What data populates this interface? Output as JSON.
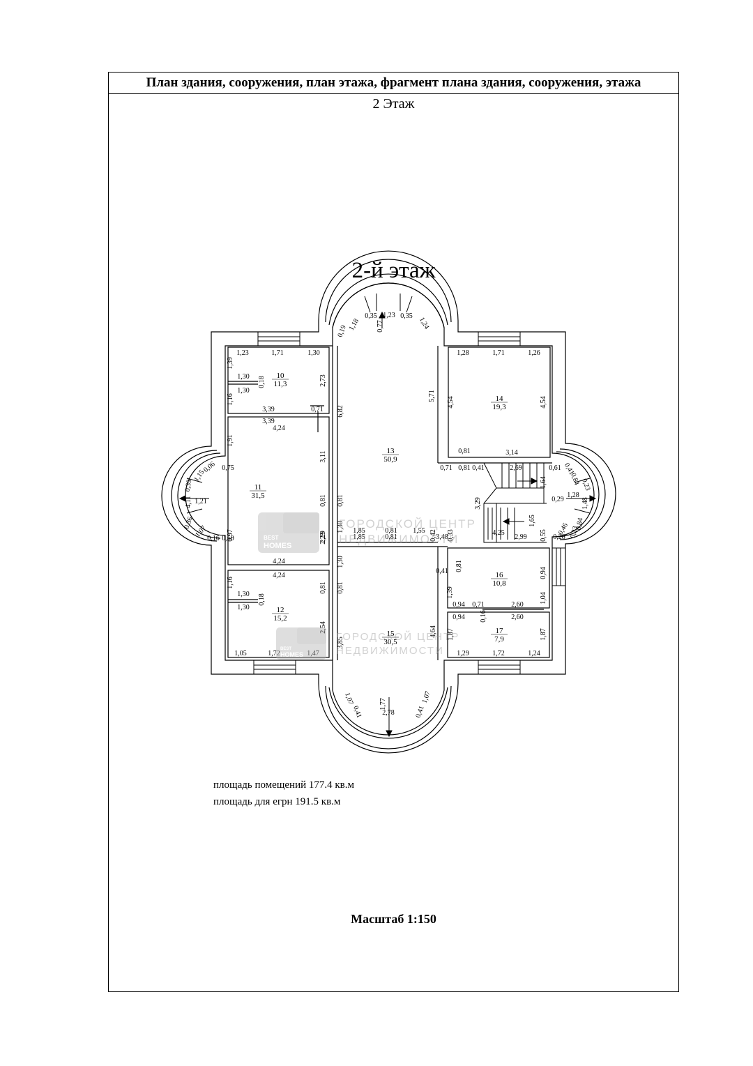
{
  "header": {
    "title": "План здания, сооружения, план этажа, фрагмент плана здания, сооружения, этажа",
    "floor": "2 Этаж"
  },
  "plan": {
    "title": "2-й этаж",
    "rooms": [
      {
        "id": "10",
        "area": "11,3"
      },
      {
        "id": "11",
        "area": "31,5"
      },
      {
        "id": "12",
        "area": "15,2"
      },
      {
        "id": "13",
        "area": "50,9"
      },
      {
        "id": "14",
        "area": "19,3"
      },
      {
        "id": "15",
        "area": "30,5"
      },
      {
        "id": "16",
        "area": "10,8"
      },
      {
        "id": "17",
        "area": "7,9"
      }
    ],
    "dimensions": [
      "1,23",
      "1,71",
      "1,30",
      "1,39",
      "1,30",
      "0,18",
      "1,30",
      "1,16",
      "3,39",
      "0,71",
      "2,73",
      "3,39",
      "4,24",
      "1,91",
      "3,11",
      "0,81",
      "0,81",
      "1,30",
      "2,29",
      "4,24",
      "0,97",
      "0,60",
      "0,75",
      "1,15",
      "0,06",
      "0,39",
      "4,11",
      "1,21",
      "0,36",
      "1,07",
      "0,16",
      "4,24",
      "1,16",
      "1,30",
      "0,18",
      "1,30",
      "0,81",
      "0,81",
      "1,30",
      "2,29",
      "2,54",
      "1,05",
      "1,72",
      "1,47",
      "3,85",
      "0,19",
      "1,18",
      "0,35",
      "1,23",
      "0,35",
      "1,24",
      "0,77",
      "6,82",
      "5,71",
      "1,28",
      "1,71",
      "1,26",
      "4,54",
      "4,54",
      "0,81",
      "3,14",
      "0,71",
      "0,81",
      "0,41",
      "2,69",
      "0,61",
      "0,41",
      "0,84",
      "0,23",
      "1,64",
      "3,29",
      "1,28",
      "0,29",
      "1,48",
      "1,65",
      "0,46",
      "0,23",
      "0,84",
      "2,99",
      "0,28",
      "1,85",
      "0,81",
      "3,48",
      "1,85",
      "0,81",
      "1,55",
      "0,42",
      "0,33",
      "4,25",
      "0,55",
      "0,81",
      "0,41",
      "0,94",
      "1,39",
      "1,04",
      "0,94",
      "0,71",
      "0,16",
      "2,60",
      "0,94",
      "2,60",
      "4,64",
      "1,87",
      "1,87",
      "1,29",
      "1,72",
      "1,24",
      "1,07",
      "0,41",
      "1,77",
      "2,78",
      "0,41",
      "1,07"
    ],
    "watermarks": [
      {
        "logo_top": "BEST",
        "logo_bottom": "HOMES",
        "line1": "ГОРОДСКОЙ ЦЕНТР",
        "line2": "НЕДВИЖИМОСТИ"
      },
      {
        "logo_top": "BEST",
        "logo_bottom": "HOMES",
        "line1": "ГОРОДСКОЙ ЦЕНТР",
        "line2": "НЕДВИЖИМОСТИ"
      }
    ]
  },
  "summary": {
    "rooms_area": "площадь помещений 177.4 кв.м",
    "egrn_area": "площадь для егрн 191.5 кв.м"
  },
  "scale": "Масштаб 1:150"
}
